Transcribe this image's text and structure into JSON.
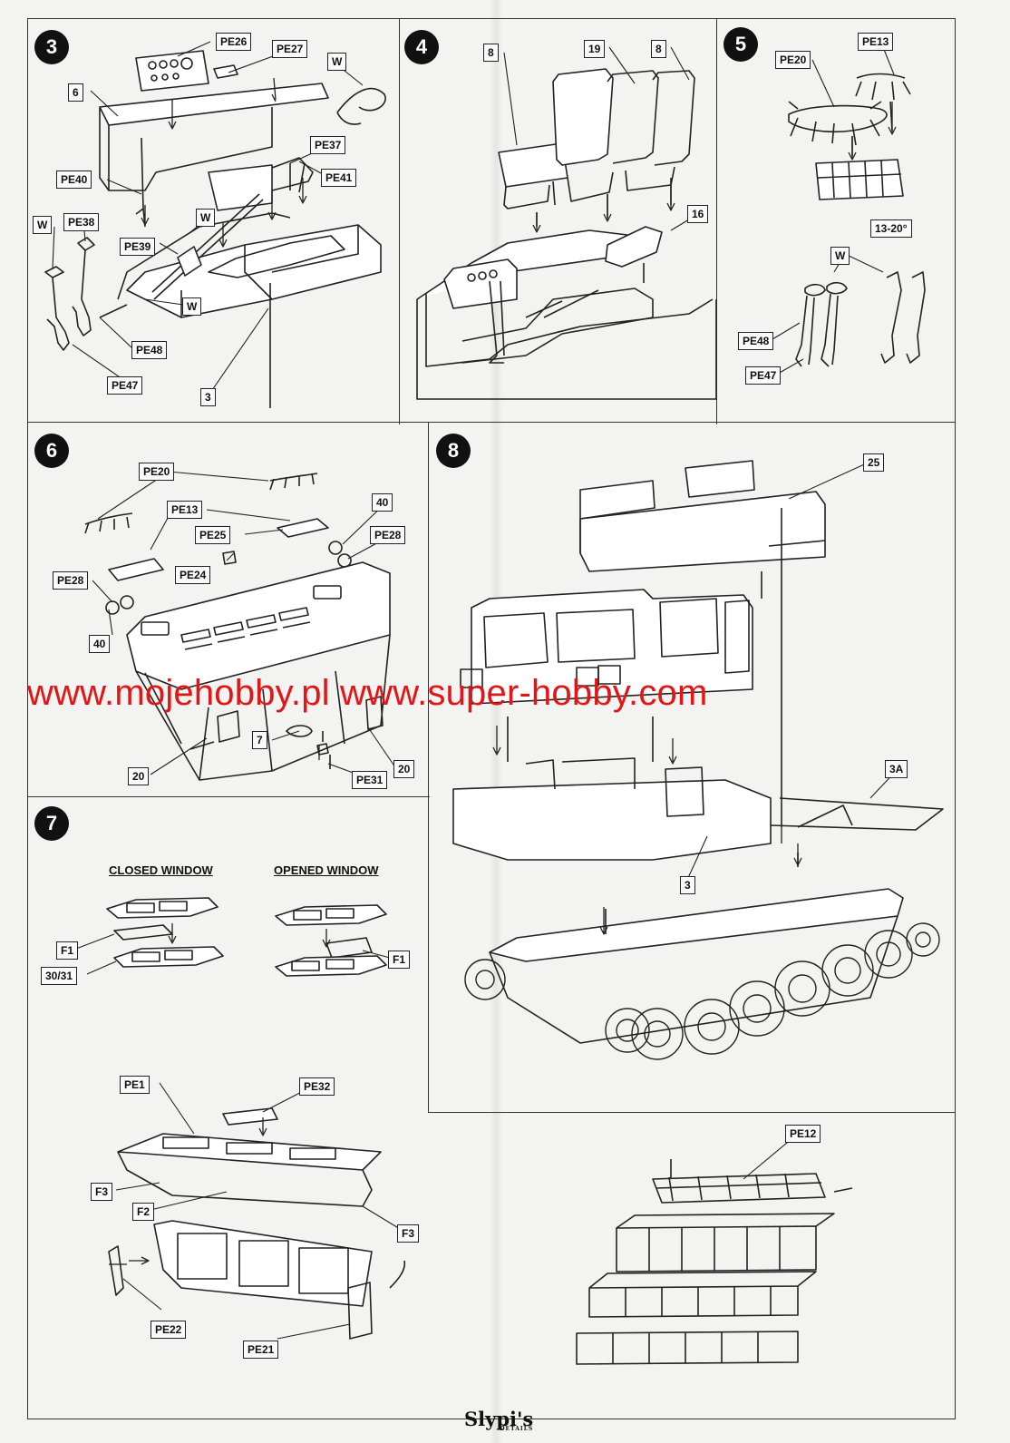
{
  "steps": {
    "s3": {
      "number": "3",
      "labels": {
        "pe26": "PE26",
        "pe27": "PE27",
        "w1": "W",
        "n6": "6",
        "pe37": "PE37",
        "pe40": "PE40",
        "pe41": "PE41",
        "w2": "W",
        "pe38": "PE38",
        "w3": "W",
        "pe39": "PE39",
        "w4": "W",
        "pe48": "PE48",
        "pe47": "PE47",
        "n3": "3"
      }
    },
    "s4": {
      "number": "4",
      "labels": {
        "n8a": "8",
        "n19": "19",
        "n8b": "8",
        "n16": "16"
      }
    },
    "s5": {
      "number": "5",
      "labels": {
        "pe13": "PE13",
        "pe20": "PE20",
        "angle": "13-20°",
        "w": "W",
        "pe48": "PE48",
        "pe47": "PE47"
      }
    },
    "s6": {
      "number": "6",
      "labels": {
        "pe20": "PE20",
        "pe13": "PE13",
        "n40a": "40",
        "pe25": "PE25",
        "pe28a": "PE28",
        "pe24": "PE24",
        "pe28b": "PE28",
        "n40b": "40",
        "n7": "7",
        "n20a": "20",
        "pe31": "PE31",
        "n20b": "20"
      }
    },
    "s7": {
      "number": "7",
      "closed": "CLOSED WINDOW",
      "opened": "OPENED WINDOW",
      "labels": {
        "f1a": "F1",
        "n3031": "30/31",
        "f1b": "F1",
        "pe1": "PE1",
        "pe32": "PE32",
        "f3a": "F3",
        "f2": "F2",
        "f3b": "F3",
        "pe22": "PE22",
        "pe21": "PE21",
        "pe12": "PE12"
      }
    },
    "s8": {
      "number": "8",
      "labels": {
        "n25": "25",
        "n3a": "3A",
        "n3": "3"
      }
    }
  },
  "watermark": "www.mojehobby.pl www.super-hobby.com",
  "logo": {
    "name": "Slypi's",
    "sub": "DETAILS"
  },
  "colors": {
    "watermark": "#e21616",
    "line": "#222222",
    "paper": "#f3f3f1"
  }
}
